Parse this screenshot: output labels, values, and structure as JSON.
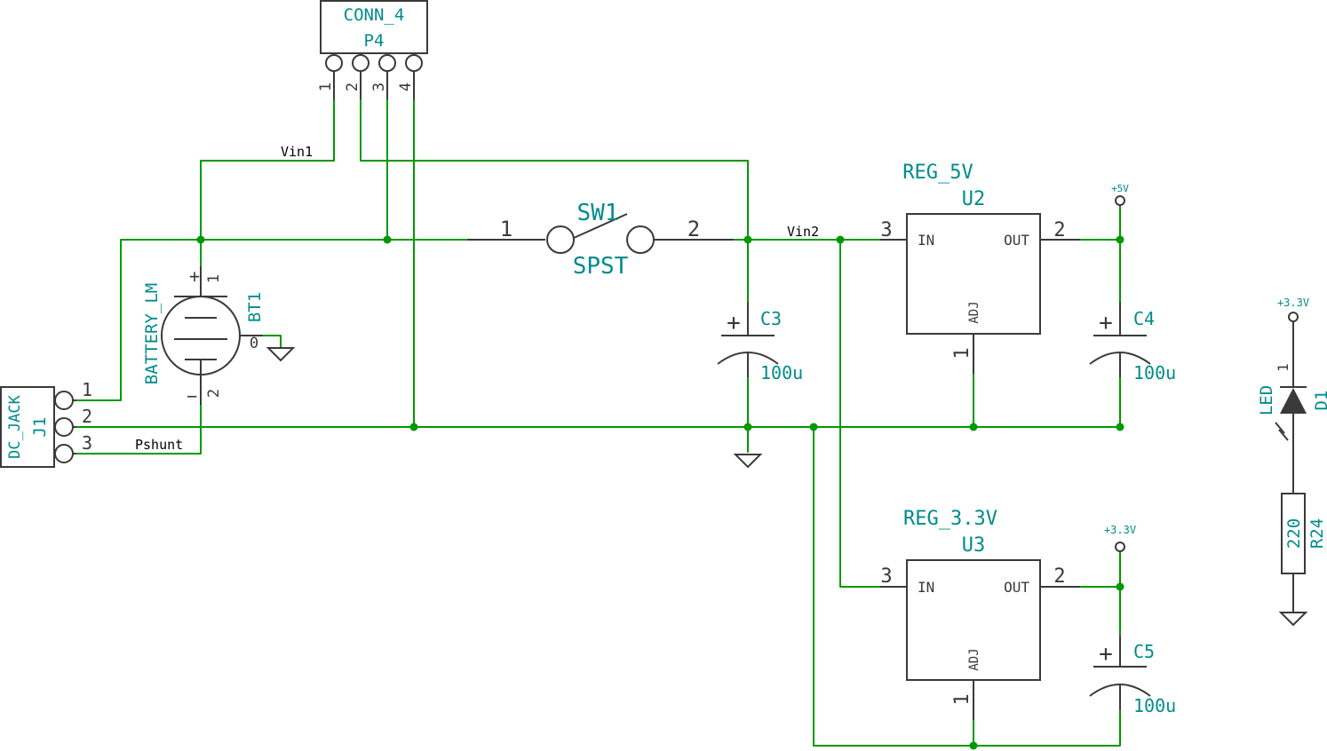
{
  "components": {
    "p4": {
      "value": "CONN_4",
      "ref": "P4",
      "pins": [
        "1",
        "2",
        "3",
        "4"
      ]
    },
    "sw1": {
      "ref": "SW1",
      "value": "SPST",
      "pin1": "1",
      "pin2": "2"
    },
    "u2": {
      "name": "REG_5V",
      "ref": "U2",
      "in": "IN",
      "out": "OUT",
      "adj": "ADJ",
      "pin_in": "3",
      "pin_out": "2",
      "pin_adj": "1"
    },
    "u3": {
      "name": "REG_3.3V",
      "ref": "U3",
      "in": "IN",
      "out": "OUT",
      "adj": "ADJ",
      "pin_in": "3",
      "pin_out": "2",
      "pin_adj": "1"
    },
    "c3": {
      "ref": "C3",
      "value": "100u"
    },
    "c4": {
      "ref": "C4",
      "value": "100u"
    },
    "c5": {
      "ref": "C5",
      "value": "100u"
    },
    "bt1": {
      "value": "BATTERY_LM",
      "ref": "BT1",
      "pin1": "1",
      "pin2": "2",
      "pin0": "0"
    },
    "j1": {
      "value": "DC_JACK",
      "ref": "J1",
      "pins": [
        "1",
        "2",
        "3"
      ]
    },
    "d1": {
      "value": "LED",
      "ref": "D1",
      "pin1": "1"
    },
    "r24": {
      "value": "220",
      "ref": "R24"
    }
  },
  "power": {
    "p5v": "+5V",
    "p33v_a": "+3.3V",
    "p33v_b": "+3.3V"
  },
  "nets": {
    "vin1": "Vin1",
    "vin2": "Vin2",
    "pshunt": "Pshunt"
  },
  "colors": {
    "wire": "#009900",
    "component": "#3a3a3a",
    "label": "#008b8b",
    "background": "#ffffff"
  }
}
